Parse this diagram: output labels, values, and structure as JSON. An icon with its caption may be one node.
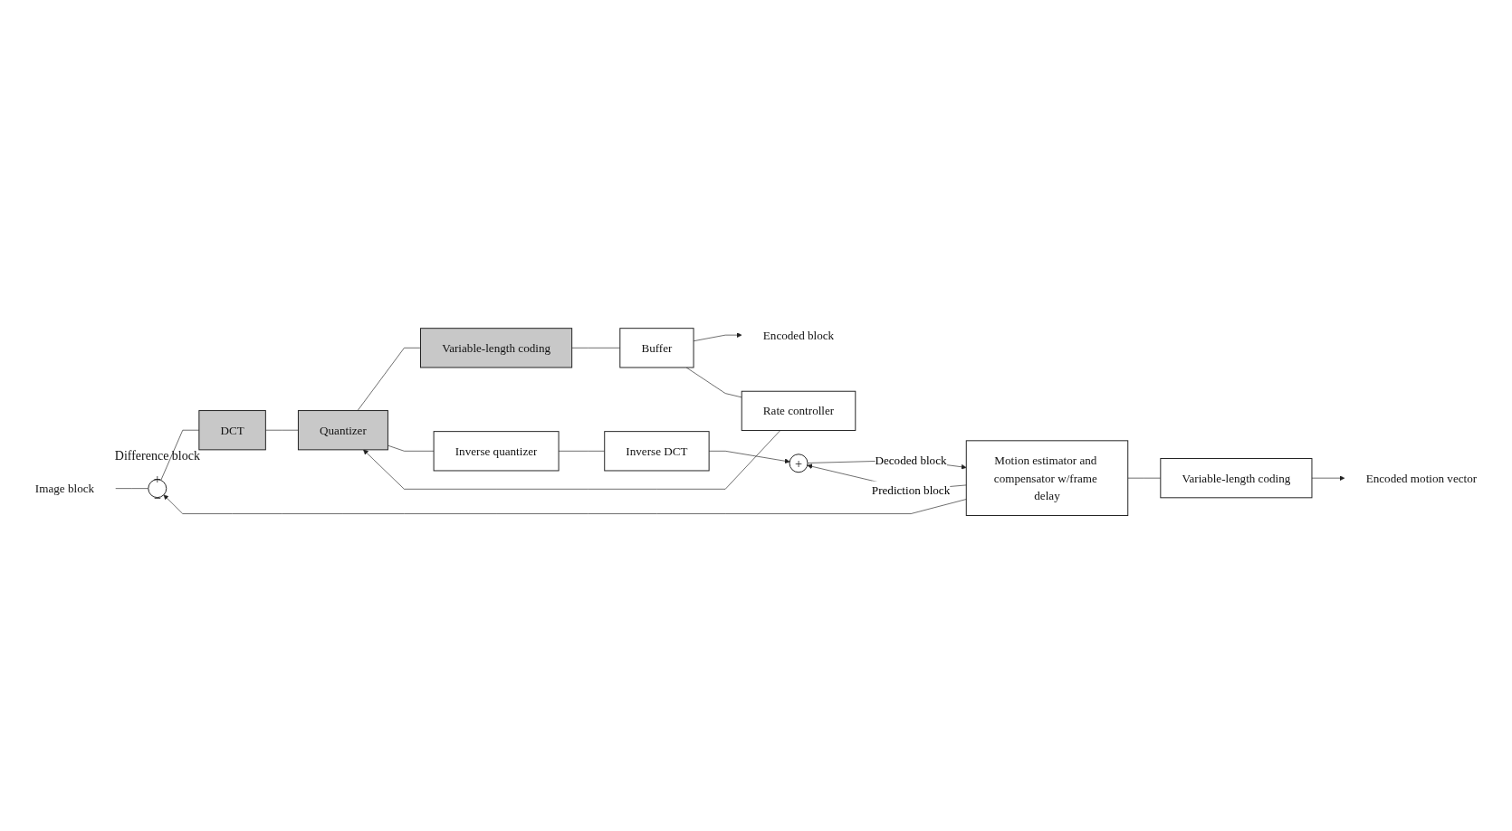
{
  "diagram": {
    "nodes": [
      {
        "text": [
          "Image block"
        ]
      },
      {
        "text": [
          "+",
          "−"
        ]
      },
      {
        "text": [
          "DCT"
        ]
      },
      {
        "text": [
          "Quantizer"
        ]
      },
      {
        "text": [
          "Variable-length coding"
        ]
      },
      {
        "text": [
          "Buffer"
        ]
      },
      {
        "text": [
          "Rate controller"
        ]
      },
      {
        "text": [
          "Encoded block"
        ]
      },
      {
        "text": [
          "Inverse quantizer"
        ]
      },
      {
        "text": [
          "Inverse DCT"
        ]
      },
      {
        "text": [
          "+"
        ]
      },
      {
        "text": [
          "Motion estimator and compensator w/frame delay"
        ]
      },
      {
        "text": [
          "Variable-length coding"
        ]
      },
      {
        "text": [
          "Encoded motion vector"
        ]
      }
    ],
    "edges": [
      {
        "from": 0,
        "to": 1,
        "arrow": "none"
      },
      {
        "from": 1,
        "to": 2,
        "arrow": "none"
      },
      {
        "from": 2,
        "to": 3,
        "arrow": "none"
      },
      {
        "from": 3,
        "to": 4,
        "arrow": "none"
      },
      {
        "from": 4,
        "to": 5,
        "arrow": "none"
      },
      {
        "from": 5,
        "to": 7,
        "arrow": "to"
      },
      {
        "from": 5,
        "to": 6,
        "arrow": "none"
      },
      {
        "from": 6,
        "to": 3,
        "arrow": "to"
      },
      {
        "from": 3,
        "to": 8,
        "arrow": "none"
      },
      {
        "from": 8,
        "to": 9,
        "arrow": "none"
      },
      {
        "from": 9,
        "to": 10,
        "arrow": "to"
      },
      {
        "from": 11,
        "to": 1,
        "arrow": "to"
      },
      {
        "from": 11,
        "to": 10,
        "arrow": "to",
        "label": "Prediction block"
      },
      {
        "from": 10,
        "to": 11,
        "arrow": "to",
        "label": "Decoded block"
      },
      {
        "from": 11,
        "to": 12,
        "arrow": "none"
      },
      {
        "from": 12,
        "to": 13,
        "arrow": "to"
      }
    ],
    "labels": [
      "Difference block"
    ]
  }
}
